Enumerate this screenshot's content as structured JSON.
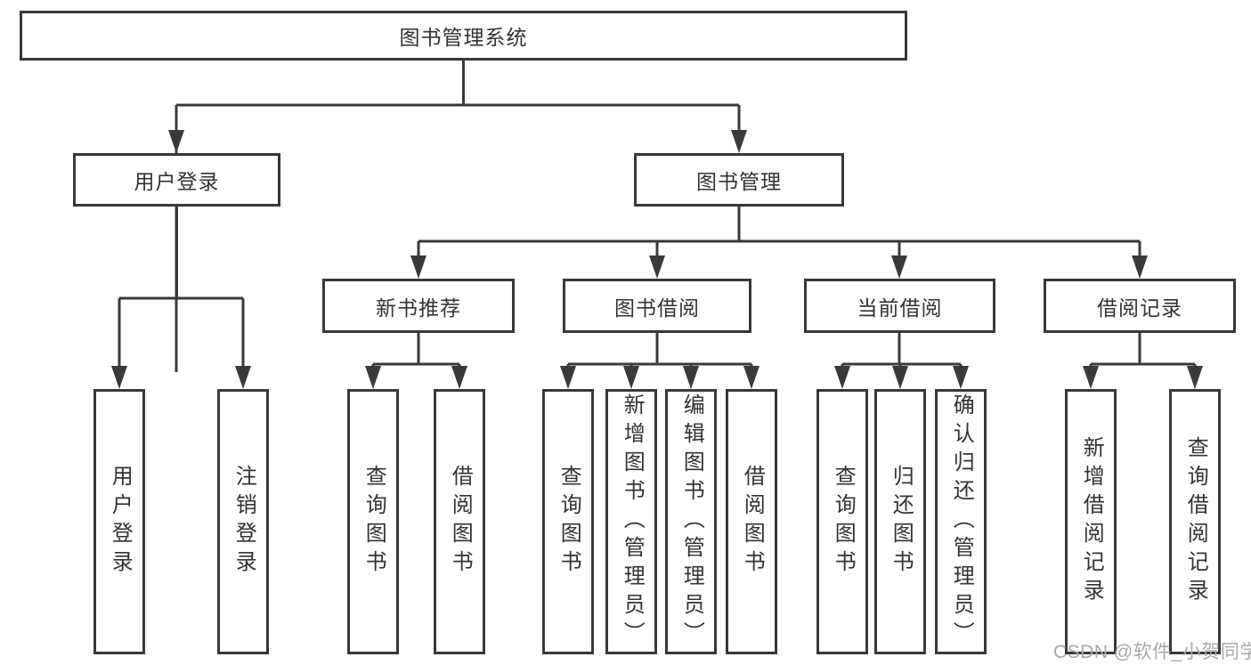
{
  "tree": {
    "label": "图书管理系统",
    "children": [
      {
        "label": "用户登录",
        "children": [
          {
            "label": "用户登录"
          },
          {
            "label": "注销登录"
          }
        ]
      },
      {
        "label": "图书管理",
        "children": [
          {
            "label": "新书推荐",
            "children": [
              {
                "label": "查询图书"
              },
              {
                "label": "借阅图书"
              }
            ]
          },
          {
            "label": "图书借阅",
            "children": [
              {
                "label": "查询图书"
              },
              {
                "label": "新增图书（管理员）"
              },
              {
                "label": "编辑图书（管理员）"
              },
              {
                "label": "借阅图书"
              }
            ]
          },
          {
            "label": "当前借阅",
            "children": [
              {
                "label": "查询图书"
              },
              {
                "label": "归还图书"
              },
              {
                "label": "确认归还（管理员）"
              }
            ]
          },
          {
            "label": "借阅记录",
            "children": [
              {
                "label": "新增借阅记录"
              },
              {
                "label": "查询借阅记录"
              }
            ]
          }
        ]
      }
    ]
  },
  "watermark": {
    "text": "CSDN @软件_小贺同学"
  },
  "colors": {
    "line": "#3a3a3a",
    "box_border": "#383838",
    "text": "#333333",
    "background": "#ffffff",
    "watermark": "#a8a8a8"
  }
}
